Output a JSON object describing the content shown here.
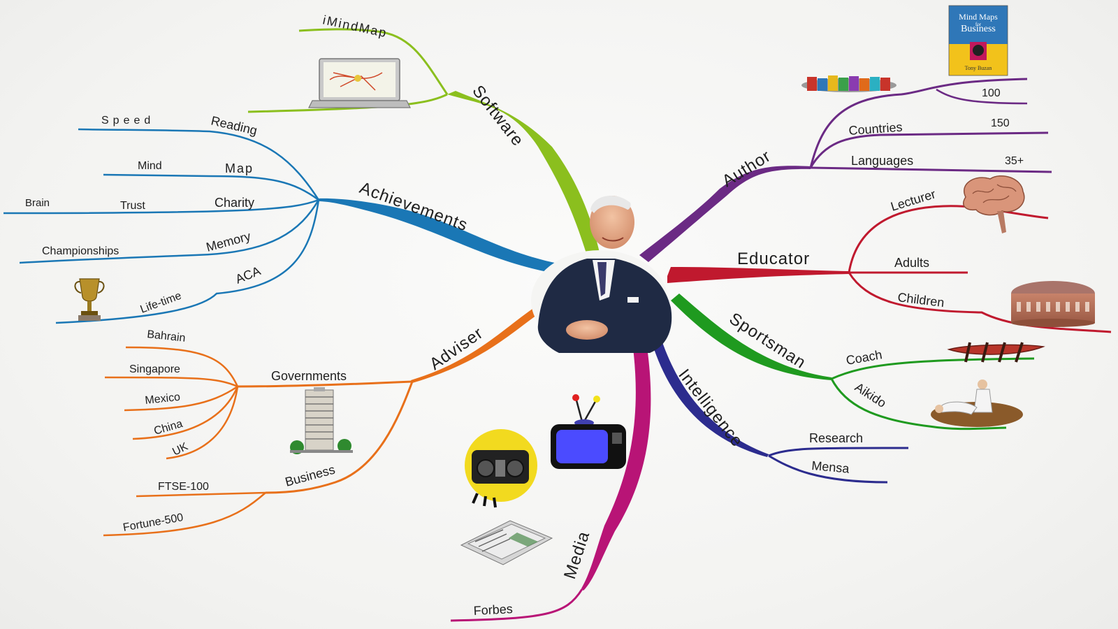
{
  "center": {
    "subject": "central-portrait"
  },
  "colors": {
    "software": "#8bbf1e",
    "author": "#6b2a84",
    "educator": "#c0192e",
    "sportsman": "#1f9a1f",
    "intelligence": "#2c2c8e",
    "media": "#b81476",
    "adviser": "#e8701a",
    "achievements": "#1a77b5"
  },
  "branches": {
    "software": {
      "label": "Software",
      "imindmap": "iMindMap",
      "image": "laptop-image"
    },
    "author": {
      "label": "Author",
      "count_100": "100",
      "countries": "Countries",
      "count_150": "150",
      "languages": "Languages",
      "count_35": "35+",
      "book_title_line1": "Mind Maps",
      "book_title_line2": "for",
      "book_title_line3": "Business",
      "book_author": "Tony Buzan"
    },
    "educator": {
      "label": "Educator",
      "lecturer": "Lecturer",
      "adults": "Adults",
      "children": "Children"
    },
    "sportsman": {
      "label": "Sportsman",
      "coach": "Coach",
      "aikido": "Aikido"
    },
    "intelligence": {
      "label": "Intelligence",
      "research": "Research",
      "mensa": "Mensa"
    },
    "media": {
      "label": "Media",
      "forbes": "Forbes"
    },
    "adviser": {
      "label": "Adviser",
      "governments": "Governments",
      "bahrain": "Bahrain",
      "singapore": "Singapore",
      "mexico": "Mexico",
      "china": "China",
      "uk": "UK",
      "business": "Business",
      "ftse": "FTSE-100",
      "fortune": "Fortune-500"
    },
    "achievements": {
      "label": "Achievements",
      "speed": "Speed",
      "reading": "Reading",
      "mind": "Mind",
      "map": "Map",
      "brain": "Brain",
      "trust": "Trust",
      "charity": "Charity",
      "championships": "Championships",
      "memory": "Memory",
      "lifetime": "Life-time",
      "aca": "ACA"
    }
  }
}
